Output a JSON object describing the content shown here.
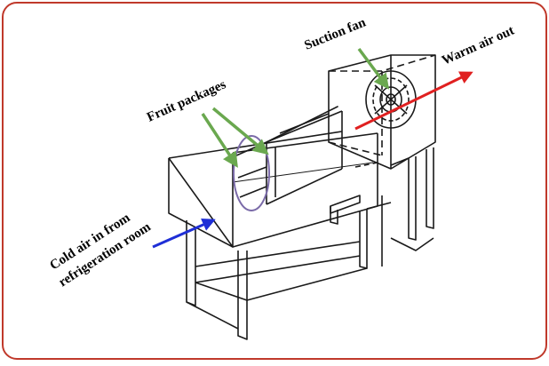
{
  "labels": {
    "fruit_packages": "Fruit packages",
    "suction_fan": "Suction fan",
    "warm_air_out": "Warm air out",
    "cold_air_line1": "Cold air in from",
    "cold_air_line2": "refrigeration room"
  },
  "colors": {
    "frame_border": "#c0392b",
    "fruit_arrow": "#6aa84f",
    "suction_arrow": "#6aa84f",
    "warm_arrow": "#e02020",
    "cold_arrow": "#1f2fd6",
    "highlight_ellipse": "#7a6aa8",
    "line_art": "#1a1a1a"
  }
}
